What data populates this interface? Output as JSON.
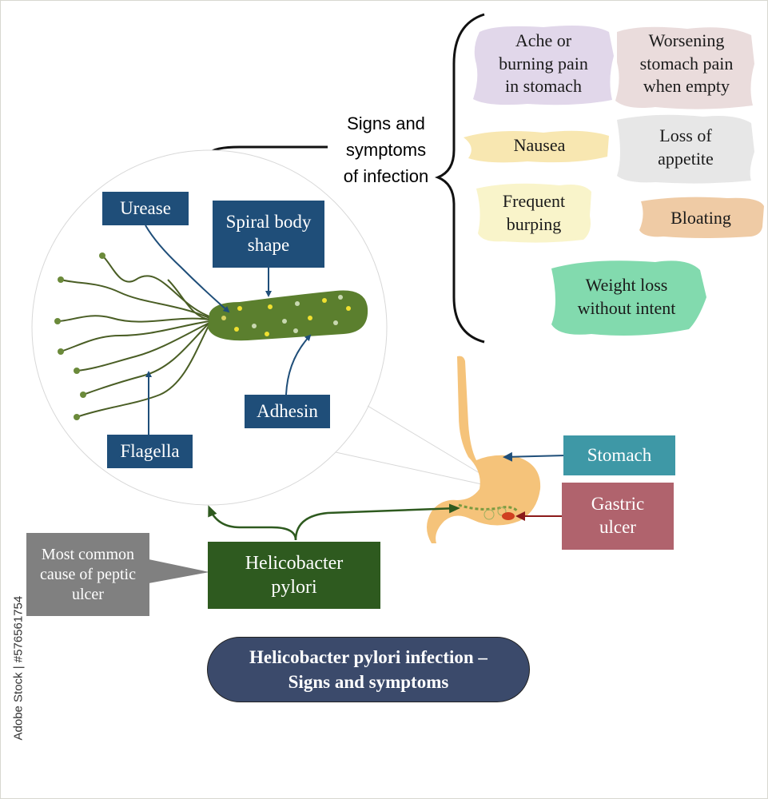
{
  "colors": {
    "navy": "#1f4e79",
    "teal": "#3e98a6",
    "rose": "#b0636d",
    "forest": "#2e5a1f",
    "gray": "#808080",
    "title_bg": "#3b4a6b",
    "bacterium": "#5b7f2e",
    "stomach": "#f5c37a"
  },
  "symptoms_heading": "Signs and\nsymptoms\nof infection",
  "symptoms": {
    "ache": "Ache or\nburning pain\nin stomach",
    "worsening": "Worsening\nstomach pain\nwhen empty",
    "nausea": "Nausea",
    "appetite": "Loss of\nappetite",
    "burping": "Frequent\nburping",
    "bloating": "Bloating",
    "weight": "Weight loss\nwithout intent"
  },
  "labels": {
    "urease": "Urease",
    "spiral": "Spiral body\nshape",
    "adhesin": "Adhesin",
    "flagella": "Flagella",
    "stomach": "Stomach",
    "gastric_ulcer": "Gastric\nulcer",
    "hpylori": "Helicobacter\npylori",
    "common_cause": "Most common\ncause of peptic\nulcer"
  },
  "title": "Helicobacter pylori infection –\nSigns and symptoms",
  "watermark": "Adobe Stock | #576561754"
}
